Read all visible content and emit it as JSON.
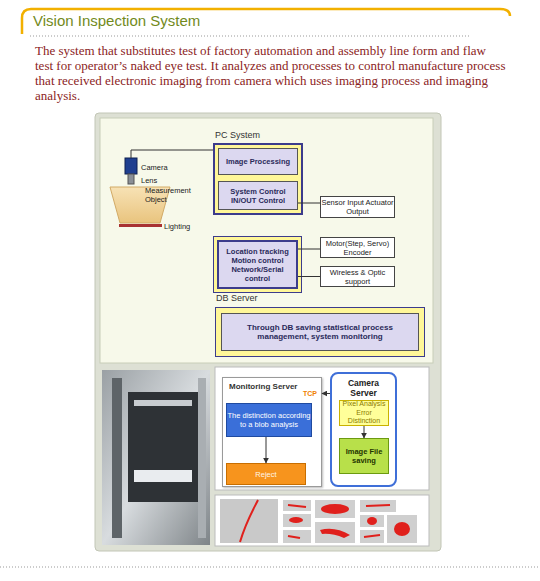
{
  "diagram": {
    "title": "Vision Inspection System",
    "nodes": [
      {
        "text": [
          "PC System"
        ]
      },
      {
        "text": [
          "Image Processing"
        ],
        "in": 0
      },
      {
        "text": [
          "System Control IN/OUT Control"
        ],
        "in": 0
      },
      {
        "text": [
          "Sensor Input Actuator Output"
        ]
      },
      {
        "text": [
          "Location tracking Motion control Network/Serial control"
        ]
      },
      {
        "text": [
          "Motor(Step, Servo) Encoder"
        ]
      },
      {
        "text": [
          "Wireless & Optic support"
        ]
      },
      {
        "text": [
          "DB Server"
        ]
      },
      {
        "text": [
          "Through DB saving statistical process management, system monitoring"
        ],
        "in": 7
      },
      {
        "text": [
          "Monitoring Server",
          "TCP"
        ]
      },
      {
        "text": [
          "The distinction according to a blob analysis"
        ],
        "in": 9
      },
      {
        "text": [
          "Reject"
        ],
        "in": 9
      },
      {
        "text": [
          "Camera Server"
        ]
      },
      {
        "text": [
          "Pixel Analysis Error Distinction"
        ],
        "in": 12
      },
      {
        "text": [
          "Image File saving"
        ],
        "in": 12
      }
    ],
    "edges": [
      {
        "from": 2,
        "to": 3,
        "arrow": "none"
      },
      {
        "from": 4,
        "to": 5,
        "arrow": "none"
      },
      {
        "from": 4,
        "to": 6,
        "arrow": "none"
      },
      {
        "from": 10,
        "to": 11,
        "arrow": "to"
      },
      {
        "from": 13,
        "to": 14,
        "arrow": "to"
      },
      {
        "from": 12,
        "to": 9,
        "arrow": "to"
      }
    ],
    "labels": [
      "The system that substitutes test of factory automation and assembly line form and flaw test for operator’s naked eye test. It analyzes and processes to control manufacture process that received electronic imaging from camera which uses imaging process and imaging analysis.",
      "Camera",
      "Lens",
      "Measurement Object",
      "Lighting"
    ]
  }
}
